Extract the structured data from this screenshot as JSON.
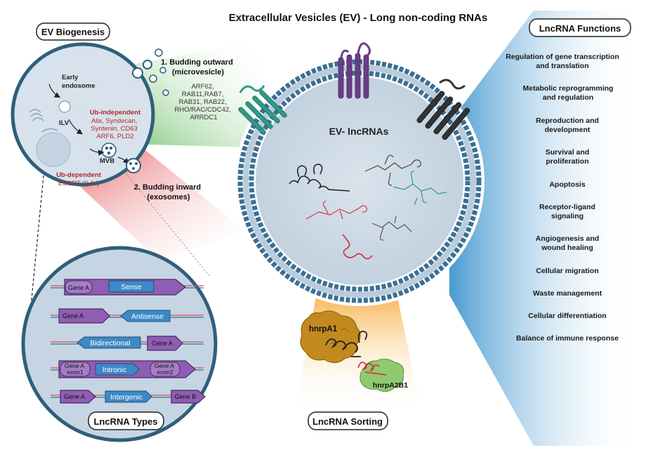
{
  "title": "Extracellular Vesicles (EV) - Long non-coding RNAs",
  "panels": {
    "biogenesis": "EV Biogenesis",
    "functions": "LncRNA Functions",
    "types": "LncRNA Types",
    "sorting": "LncRNA Sorting"
  },
  "biogenesis": {
    "early_endosome": [
      "Early",
      "endosome"
    ],
    "ilv": "ILV",
    "mvb": "MVB",
    "ub_independent_title": "Ub-independent",
    "ub_independent_lines": [
      "Alix, Syndecan,",
      "Syntenin, CD63",
      "ARF6, PLD2"
    ],
    "ub_dependent_title": "Ub-dependent",
    "ub_dependent_line": "ESCRT (0-IV)",
    "budding_outward": [
      "1. Budding outward",
      "(microvesicle)"
    ],
    "outward_factors": [
      "ARF62,",
      "RAB11,RAB7,",
      "RAB31, RAB22,",
      "RHO/RAC/CDC42,",
      "ARRDC1"
    ],
    "budding_inward": [
      "2. Budding inward",
      "(exosomes)"
    ]
  },
  "ev_label": "EV- lncRNAs",
  "functions_list": [
    [
      "Regulation of gene transcription",
      "and translation"
    ],
    [
      "Metabolic reprogramming",
      "and regulation"
    ],
    [
      "Reproduction and",
      "development"
    ],
    [
      "Survival and",
      "proliferation"
    ],
    [
      "Apoptosis"
    ],
    [
      "Receptor-ligand",
      "signaling"
    ],
    [
      "Angiogenesis and",
      "wound healing"
    ],
    [
      "Cellular migration"
    ],
    [
      "Waste management"
    ],
    [
      "Cellular differentiation"
    ],
    [
      "Balance of immune response"
    ]
  ],
  "types_rows": {
    "sense": {
      "gene": "Gene A",
      "label": "Sense"
    },
    "antisense": {
      "gene": "Gene A",
      "label": "Antisense"
    },
    "bidirectional": {
      "gene": "Gene A",
      "label": "Bidirectional"
    },
    "intronic": {
      "gene1": [
        "Gene A",
        "exon1"
      ],
      "gene2": [
        "Gene A",
        "exon2"
      ],
      "label": "Intronic"
    },
    "intergenic": {
      "gene1": "Gene A",
      "gene2": "Gene B",
      "label": "Intergenic"
    }
  },
  "sorting": {
    "protein1": "hnrpA1",
    "protein2": "hnrpA2B1"
  },
  "colors": {
    "membrane": "#2f5f7c",
    "lumen": "#cfdbe6",
    "gene_purple": "#8f5db3",
    "lnc_blue": "#3d88c6",
    "teal_receptor": "#2f9a86",
    "purple_receptor": "#6a3d86",
    "dark_receptor": "#333333",
    "green_cone": "#7cc47a",
    "red_cone": "#e55a5a",
    "orange_cone": "#f5a623",
    "blue_cone": "#4f9fd2",
    "ub_red": "#b22a2a"
  }
}
